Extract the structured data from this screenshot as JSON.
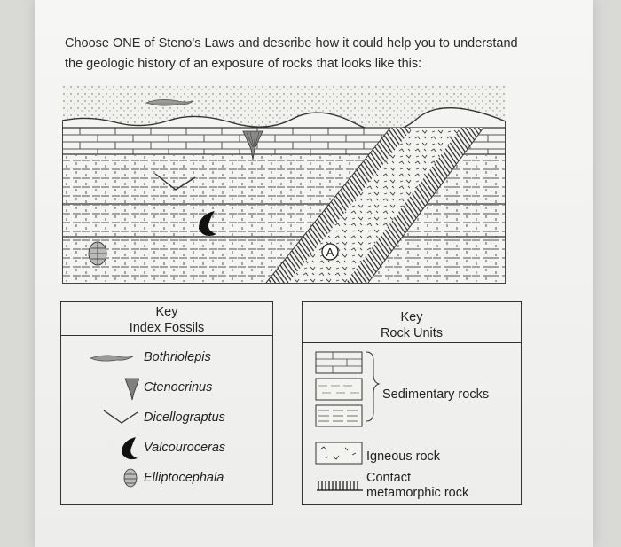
{
  "question": {
    "line1": "Choose ONE of Steno's Laws and describe how it could help you to understand",
    "line2": "the geologic history of an exposure of rocks that looks like this:"
  },
  "diagram": {
    "marker_label": "A"
  },
  "key_fossils": {
    "title": "Key",
    "subtitle": "Index Fossils",
    "items": [
      {
        "name": "Bothriolepis",
        "icon": "bothriolepis-icon"
      },
      {
        "name": "Ctenocrinus",
        "icon": "ctenocrinus-icon"
      },
      {
        "name": "Dicellograptus",
        "icon": "dicellograptus-icon"
      },
      {
        "name": "Valcouroceras",
        "icon": "valcouroceras-icon"
      },
      {
        "name": "Elliptocephala",
        "icon": "elliptocephala-icon"
      }
    ]
  },
  "key_rocks": {
    "title": "Key",
    "subtitle": "Rock Units",
    "sedimentary": "Sedimentary rocks",
    "igneous": "Igneous rock",
    "contact_line1": "Contact",
    "contact_line2": "metamorphic rock"
  }
}
